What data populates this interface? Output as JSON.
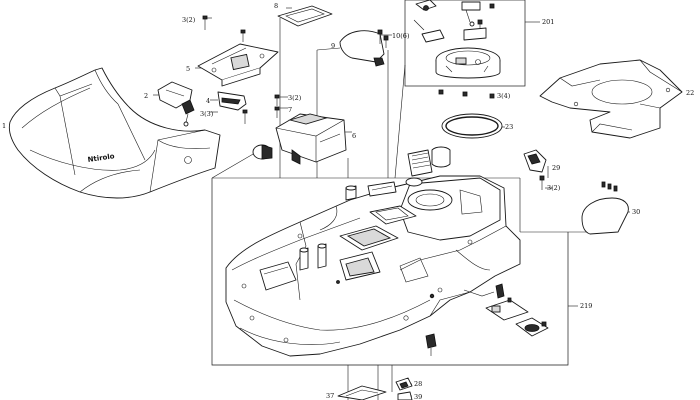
{
  "diagram": {
    "brand_text": "Ntirolo",
    "callouts": {
      "c1": "1",
      "c2": "2",
      "c3_top": "3(2)",
      "c3_left": "3(3)",
      "c3_mid": "3(2)",
      "c3_ring": "3(4)",
      "c3_right": "3(2)",
      "c4": "4",
      "c5": "5",
      "c6": "6",
      "c7": "7",
      "c8": "8",
      "c9": "9",
      "c10": "10(6)",
      "c201": "201",
      "c22": "22",
      "c23": "23",
      "c29": "29",
      "c30": "30",
      "c219": "219",
      "c37": "37",
      "c28": "28",
      "c39": "39"
    }
  },
  "colors": {
    "line": "#1a1a1a",
    "background": "#ffffff",
    "shade": "#d9d9d9"
  }
}
